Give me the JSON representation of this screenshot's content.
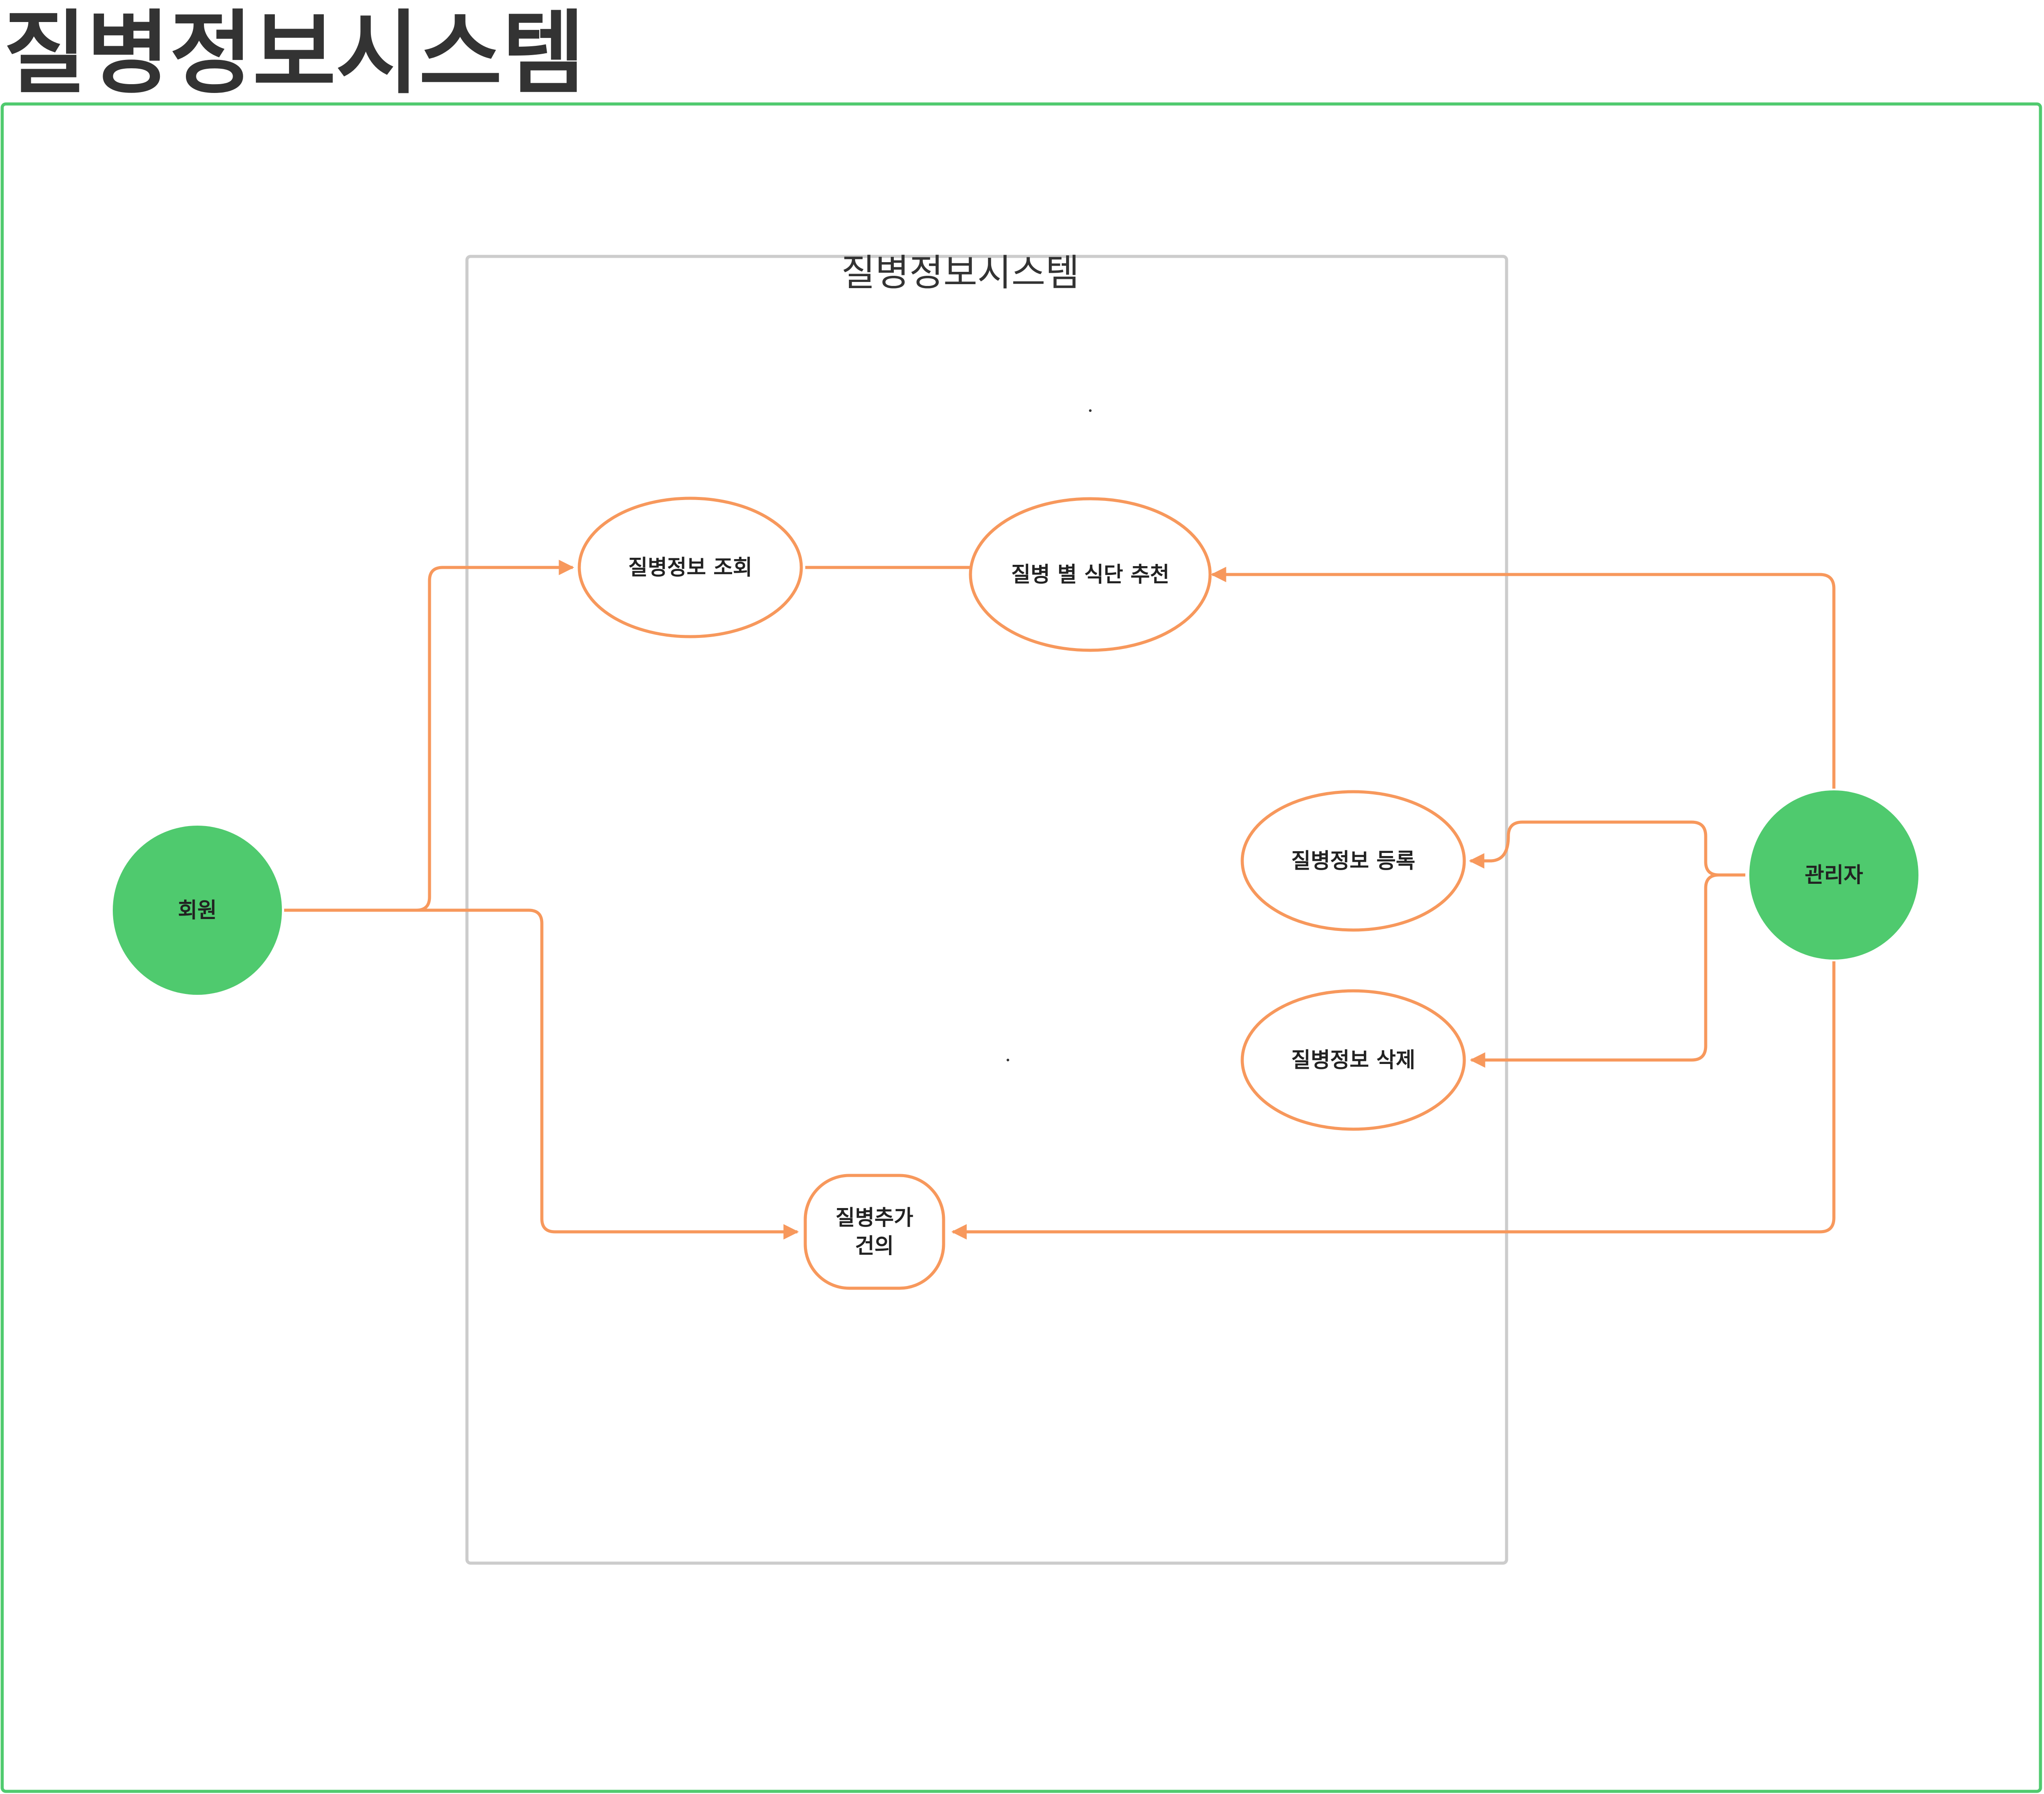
{
  "page": {
    "title": "질병정보시스템"
  },
  "system_boundary": {
    "label": "질병정보시스템"
  },
  "actors": {
    "member": {
      "label": "회원"
    },
    "admin": {
      "label": "관리자"
    }
  },
  "use_cases": {
    "view_disease_info": {
      "label": "질병정보 조회"
    },
    "diet_recommendation": {
      "label": "질병 별 식단 추천"
    },
    "register_disease_info": {
      "label": "질병정보 등록"
    },
    "delete_disease_info": {
      "label": "질병정보 삭제"
    },
    "suggest_disease": {
      "label_line1": "질병추가",
      "label_line2": "건의"
    }
  },
  "colors": {
    "actor_fill": "#4fca6e",
    "edge_stroke": "#f7985c",
    "outer_frame": "#4fca6e",
    "system_border": "#cccccc",
    "title_text": "#333333"
  }
}
